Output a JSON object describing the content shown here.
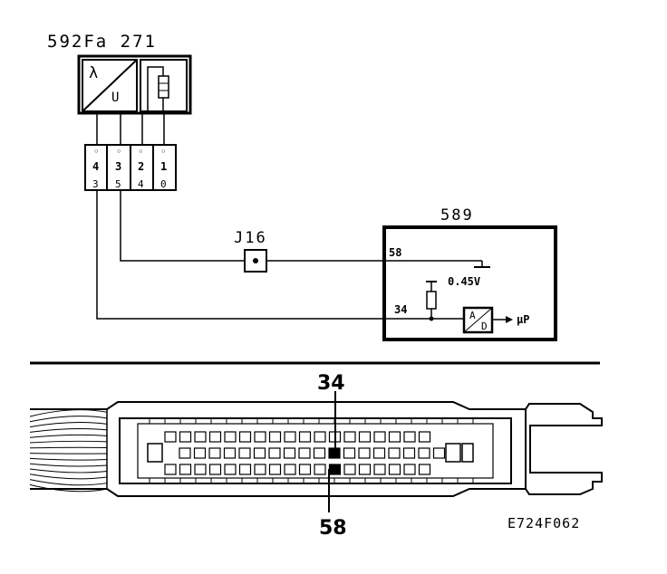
{
  "components": {
    "sensor": {
      "label": "592Fa 271",
      "lambda_symbol": "λ",
      "u_symbol": "U"
    },
    "connector_pins": [
      "4",
      "3",
      "2",
      "1"
    ],
    "connector_bottom": [
      "3",
      "5",
      "4",
      "0"
    ],
    "junction": {
      "label": "J16"
    },
    "ecu": {
      "label": "589",
      "pin_a": "58",
      "pin_b": "34",
      "voltage": "0.45V",
      "ad_top": "A",
      "ad_bottom": "D",
      "mp": "μP"
    }
  },
  "ecu_connector": {
    "callout_top": "34",
    "callout_bottom": "58"
  },
  "figure_code": "E724F062"
}
